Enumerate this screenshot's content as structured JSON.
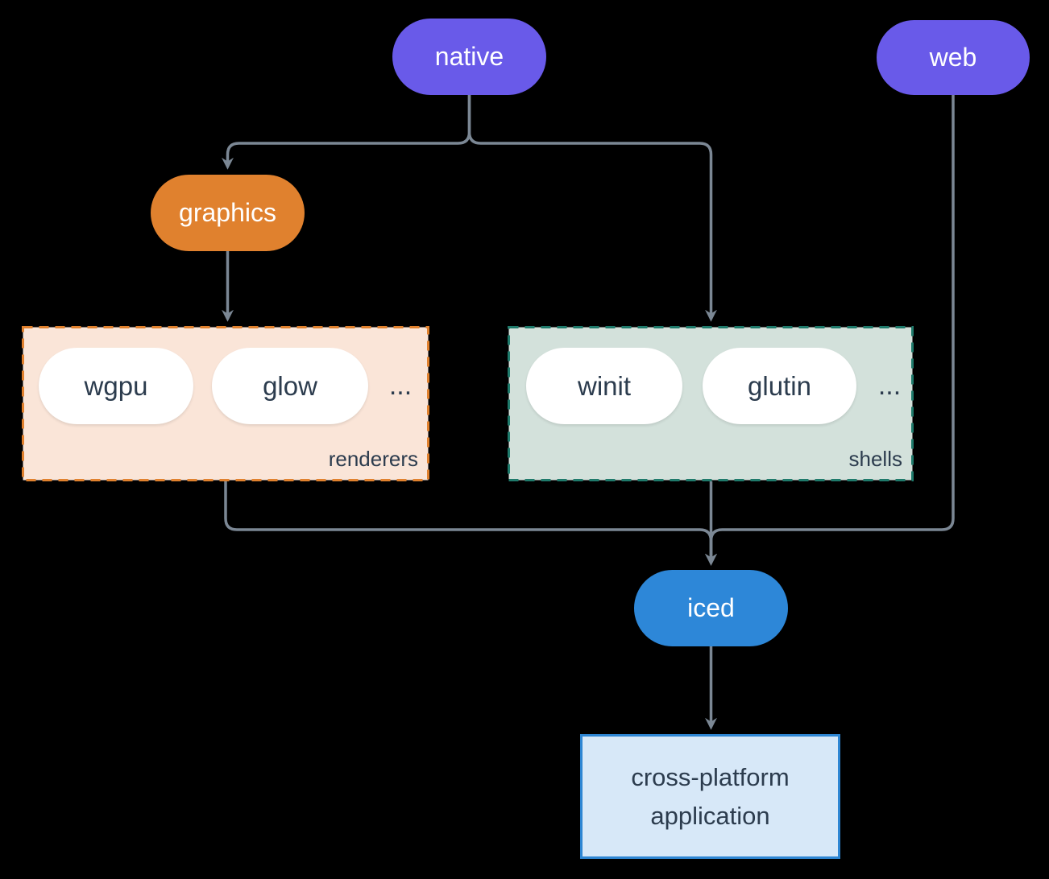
{
  "colors": {
    "purple": "#695ae9",
    "orange": "#e0812e",
    "blue": "#2d87d8",
    "white": "#ffffff",
    "ink": "#2c3c4e",
    "edge": "#7b8794",
    "peach-bg": "#fae5d8",
    "peach-border": "#e0812e",
    "sage-bg": "#d3e1db",
    "sage-border": "#1f7a6b",
    "lightblue-bg": "#d7e8f8",
    "lightblue-border": "#2e86d3",
    "background": "#000000"
  },
  "nodes": {
    "native": "native",
    "web": "web",
    "graphics": "graphics",
    "iced": "iced"
  },
  "groups": {
    "renderers": {
      "label": "renderers",
      "items": [
        "wgpu",
        "glow"
      ],
      "ellipsis": "..."
    },
    "shells": {
      "label": "shells",
      "items": [
        "winit",
        "glutin"
      ],
      "ellipsis": "..."
    }
  },
  "app": {
    "line1": "cross-platform",
    "line2": "application"
  }
}
